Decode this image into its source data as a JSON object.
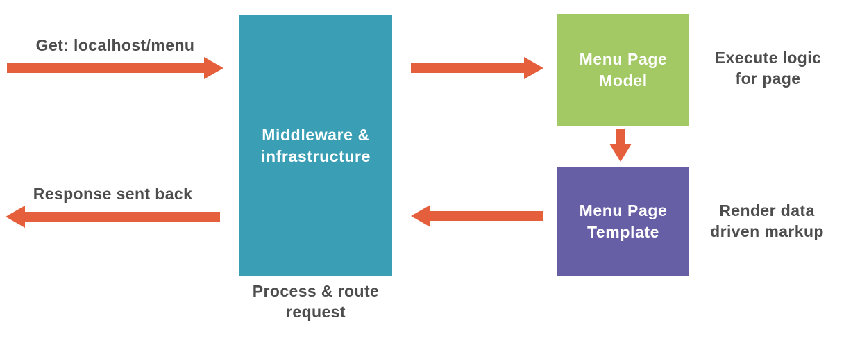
{
  "colors": {
    "teal": "#3a9fb5",
    "green": "#a2c964",
    "purple": "#675fa6",
    "orange": "#e65f3c",
    "text": "#4d4d4d"
  },
  "flow": {
    "request_label": "Get: localhost/menu",
    "response_label": "Response sent back",
    "middleware": {
      "label": "Middleware &\ninfrastructure",
      "caption": "Process & route\nrequest"
    },
    "model": {
      "label": "Menu Page\nModel",
      "caption": "Execute logic\nfor page"
    },
    "template": {
      "label": "Menu Page\nTemplate",
      "caption": "Render data\ndriven markup"
    }
  }
}
